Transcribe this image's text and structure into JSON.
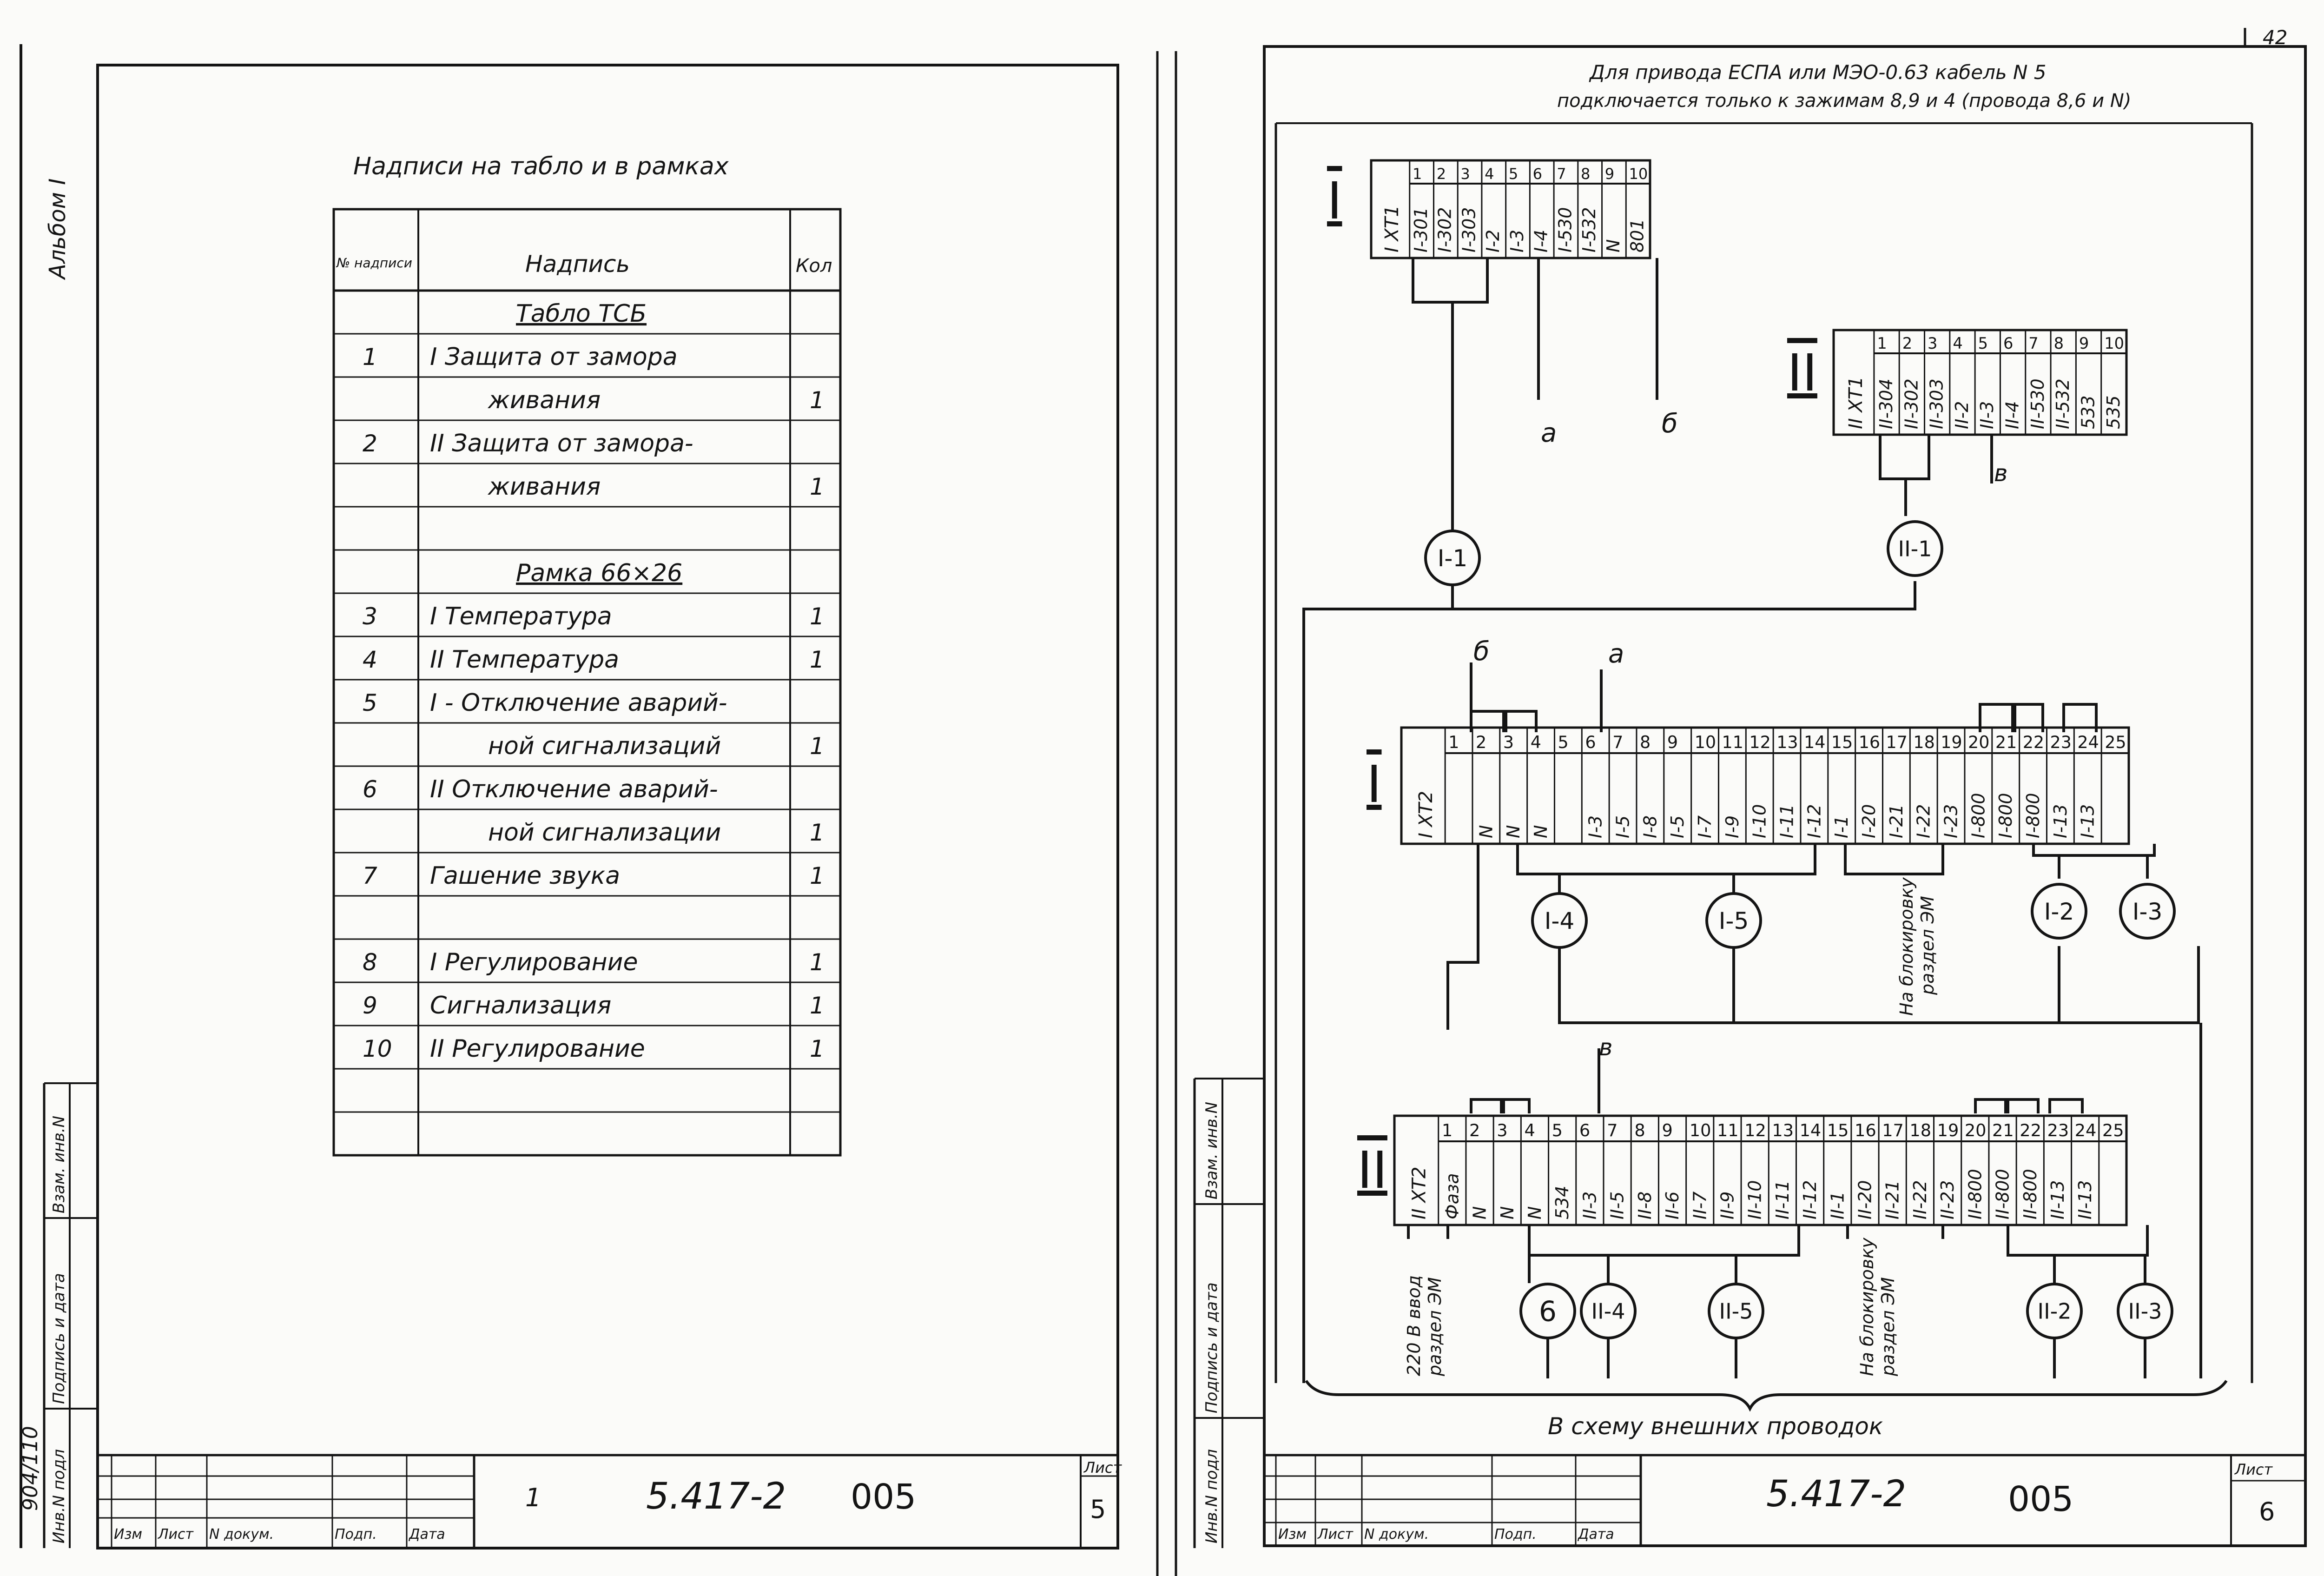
{
  "album": {
    "label": "Альбом I"
  },
  "page_number": "42",
  "left_sheet": {
    "title": "Надписи на табло и в рамках",
    "table": {
      "headers": {
        "num": "№ надписи",
        "text": "Надпись",
        "qty": "Кол"
      },
      "rows": [
        {
          "num": "",
          "text": "Табло ТСБ",
          "qty": ""
        },
        {
          "num": "1",
          "text": "I  Защита от замора",
          "qty": ""
        },
        {
          "num": "",
          "text": "живания",
          "qty": "1"
        },
        {
          "num": "2",
          "text": "II  Защита от замора-",
          "qty": ""
        },
        {
          "num": "",
          "text": "живания",
          "qty": "1"
        },
        {
          "num": "",
          "text": "",
          "qty": ""
        },
        {
          "num": "",
          "text": "Рамка 66×26",
          "qty": ""
        },
        {
          "num": "3",
          "text": "I  Температура",
          "qty": "1"
        },
        {
          "num": "4",
          "text": "II  Температура",
          "qty": "1"
        },
        {
          "num": "5",
          "text": "I - Отключение аварий-",
          "qty": ""
        },
        {
          "num": "",
          "text": "ной сигнализаций",
          "qty": "1"
        },
        {
          "num": "6",
          "text": "II  Отключение аварий-",
          "qty": ""
        },
        {
          "num": "",
          "text": "ной сигнализации",
          "qty": "1"
        },
        {
          "num": "7",
          "text": "Гашение звука",
          "qty": "1"
        },
        {
          "num": "",
          "text": "",
          "qty": ""
        },
        {
          "num": "8",
          "text": "I  Регулирование",
          "qty": "1"
        },
        {
          "num": "9",
          "text": "Сигнализация",
          "qty": "1"
        },
        {
          "num": "10",
          "text": "II  Регулирование",
          "qty": "1"
        },
        {
          "num": "",
          "text": "",
          "qty": ""
        },
        {
          "num": "",
          "text": "",
          "qty": ""
        }
      ]
    },
    "stamp": {
      "doc_code": "5.417-2",
      "suffix": "005",
      "change_no": "1",
      "sheet_label": "Лист",
      "sheet_no": "5",
      "cols": [
        "Изм",
        "Лист",
        "N докум.",
        "Подп.",
        "Дата"
      ]
    }
  },
  "side_stamp": {
    "inv_orig": "Инв.N подл",
    "sign_date": "Подпись и дата",
    "inv_repl": "Взам. инв.N",
    "handwritten_no": "904/110"
  },
  "right_sheet": {
    "note_line1": "Для привода ЕСПА или МЭО-0.63 кабель N 5",
    "note_line2": "подключается только к зажимам 8,9 и 4 (провода 8,6 и N)",
    "block1": {
      "roman": "I",
      "name": "I XT1",
      "nums": [
        "1",
        "2",
        "3",
        "4",
        "5",
        "6",
        "7",
        "8",
        "9",
        "10"
      ],
      "labels": [
        "I-301",
        "I-302",
        "I-303",
        "I-2",
        "I-3",
        "I-4",
        "I-530",
        "I-532",
        "N",
        "801"
      ]
    },
    "block2": {
      "roman": "II",
      "name": "II XT1",
      "nums": [
        "1",
        "2",
        "3",
        "4",
        "5",
        "6",
        "7",
        "8",
        "9",
        "10"
      ],
      "labels": [
        "II-304",
        "II-302",
        "II-303",
        "II-2",
        "II-3",
        "II-4",
        "II-530",
        "II-532",
        "533",
        "535"
      ]
    },
    "block3": {
      "roman": "I",
      "name": "I XT2",
      "nums": [
        "1",
        "2",
        "3",
        "4",
        "5",
        "6",
        "7",
        "8",
        "9",
        "10",
        "11",
        "12",
        "13",
        "14",
        "15",
        "16",
        "17",
        "18",
        "19",
        "20",
        "21",
        "22",
        "23",
        "24",
        "25"
      ],
      "labels": [
        "",
        "N",
        "N",
        "N",
        "",
        "I-3",
        "I-5",
        "I-8",
        "I-5",
        "I-7",
        "I-9",
        "I-10",
        "I-11",
        "I-12",
        "I-1",
        "I-20",
        "I-21",
        "I-22",
        "I-23",
        "I-800",
        "I-800",
        "I-800",
        "I-13",
        "I-13",
        ""
      ]
    },
    "block4": {
      "roman": "II",
      "name": "II XT2",
      "nums": [
        "1",
        "2",
        "3",
        "4",
        "5",
        "6",
        "7",
        "8",
        "9",
        "10",
        "11",
        "12",
        "13",
        "14",
        "15",
        "16",
        "17",
        "18",
        "19",
        "20",
        "21",
        "22",
        "23",
        "24",
        "25"
      ],
      "labels": [
        "Фаза",
        "N",
        "N",
        "N",
        "534",
        "II-3",
        "II-5",
        "II-8",
        "II-6",
        "II-7",
        "II-9",
        "II-10",
        "II-11",
        "II-12",
        "II-1",
        "II-20",
        "II-21",
        "II-22",
        "II-23",
        "II-800",
        "II-800",
        "II-800",
        "II-13",
        "II-13",
        ""
      ]
    },
    "circles": [
      "I-1",
      "II-1",
      "I-4",
      "I-5",
      "I-2",
      "I-3",
      "6",
      "II-4",
      "II-5",
      "II-2",
      "II-3"
    ],
    "letters": {
      "a": "а",
      "b": "б",
      "v": "в"
    },
    "notes": {
      "block_em_1": "На блокировку",
      "block_em_2": "раздел ЭМ",
      "input_1": "220 В ввод",
      "input_2": "раздел ЭМ",
      "external": "В схему внешних проводок"
    },
    "stamp": {
      "doc_code": "5.417-2",
      "suffix": "005",
      "sheet_label": "Лист",
      "sheet_no": "6",
      "cols": [
        "Изм",
        "Лист",
        "N докум.",
        "Подп.",
        "Дата"
      ]
    }
  }
}
